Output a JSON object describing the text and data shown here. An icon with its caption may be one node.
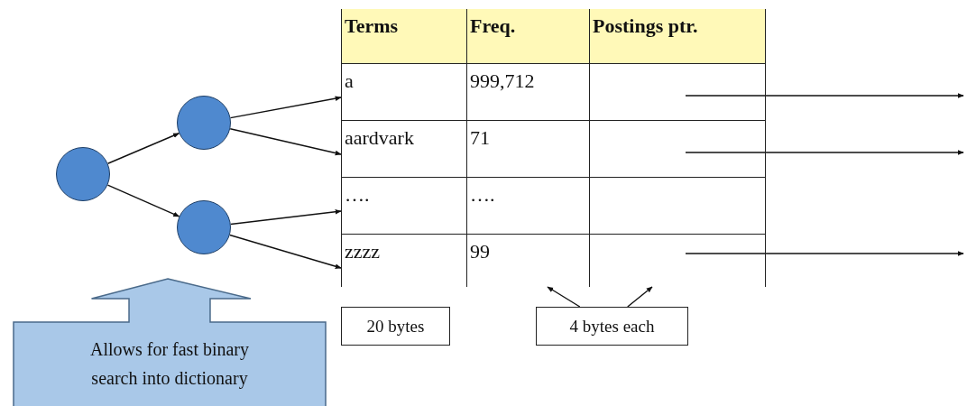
{
  "diagram": {
    "nodes": [
      {
        "text": [],
        "shape": "circle"
      },
      {
        "text": [],
        "shape": "circle"
      },
      {
        "text": [],
        "shape": "circle"
      },
      {
        "text": [
          "a"
        ]
      },
      {
        "text": [
          "999,712"
        ]
      },
      {
        "text": [],
        "shape": "box"
      },
      {
        "text": [
          "aardvark"
        ]
      },
      {
        "text": [
          "71"
        ]
      },
      {
        "text": [],
        "shape": "box"
      },
      {
        "text": [
          "…."
        ]
      },
      {
        "text": [
          "…."
        ]
      },
      {
        "text": [],
        "shape": "box"
      },
      {
        "text": [
          "zzzz"
        ]
      },
      {
        "text": [
          "99"
        ]
      },
      {
        "text": [],
        "shape": "box"
      },
      {
        "text": [
          "20 bytes"
        ]
      },
      {
        "text": [
          "4 bytes each"
        ]
      },
      {
        "text": [
          "Allows for fast binary search into dictionary"
        ]
      }
    ],
    "edges": [
      {
        "from": 0,
        "to": 1,
        "arrow": "to"
      },
      {
        "from": 0,
        "to": 2,
        "arrow": "to"
      },
      {
        "from": 1,
        "to": 3,
        "arrow": "to"
      },
      {
        "from": 1,
        "to": 6,
        "arrow": "to"
      },
      {
        "from": 2,
        "to": 9,
        "arrow": "to"
      },
      {
        "from": 2,
        "to": 12,
        "arrow": "to"
      },
      {
        "from": 5,
        "to": null,
        "arrow": "to"
      },
      {
        "from": 8,
        "to": null,
        "arrow": "to"
      },
      {
        "from": 14,
        "to": null,
        "arrow": "to"
      },
      {
        "from": 16,
        "to": 13,
        "arrow": "to"
      },
      {
        "from": 16,
        "to": 14,
        "arrow": "to"
      }
    ],
    "labels": [
      "Terms",
      "Freq.",
      "Postings ptr."
    ]
  }
}
